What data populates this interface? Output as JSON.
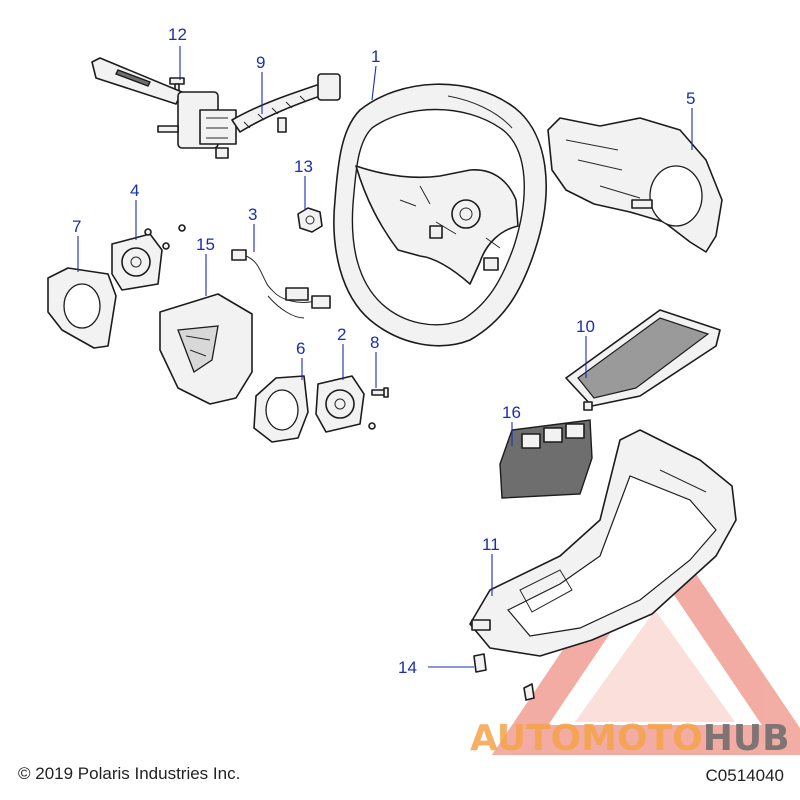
{
  "callouts": {
    "c1": "1",
    "c2": "2",
    "c3": "3",
    "c4": "4",
    "c5": "5",
    "c6": "6",
    "c7": "7",
    "c8": "8",
    "c9": "9",
    "c10": "10",
    "c11": "11",
    "c12": "12",
    "c13": "13",
    "c14": "14",
    "c15": "15",
    "c16": "16"
  },
  "footer": {
    "copyright": "© 2019 Polaris Industries Inc.",
    "drawing_code": "C0514040"
  },
  "watermark": {
    "part1": "AUTO",
    "part2": "MOTO",
    "part3": "HUB",
    "color_orange": "#f5a34a",
    "color_red": "#e86a5a",
    "color_gray": "#6b6b6b"
  },
  "colors": {
    "callout": "#1a2fb0",
    "line": "#1c1c1c"
  }
}
